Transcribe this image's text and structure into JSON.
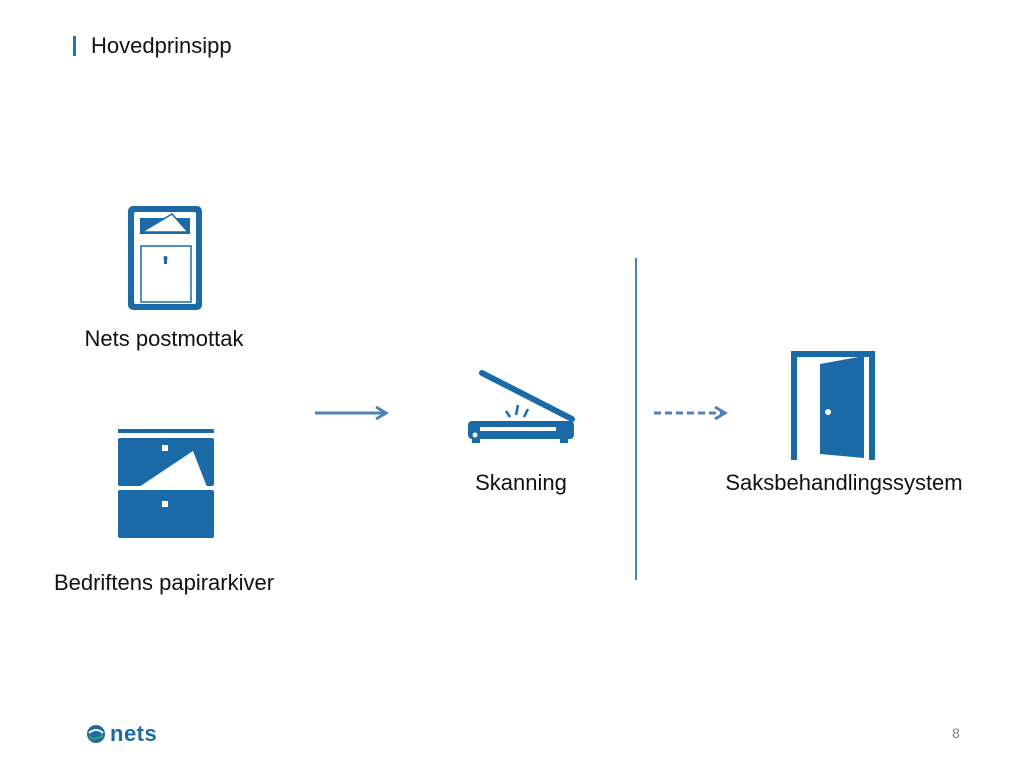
{
  "slide": {
    "title": "Hovedprinsipp",
    "page_number": "8"
  },
  "sources": {
    "mail": {
      "label": "Nets postmottak",
      "icon": "mailbox-icon"
    },
    "archive": {
      "label": "Bedriftens papirarkiver",
      "icon": "file-cabinet-icon"
    }
  },
  "process": {
    "label": "Skanning",
    "icon": "scanner-icon"
  },
  "target": {
    "label": "Saksbehandlingssystem",
    "icon": "open-door-icon"
  },
  "footer": {
    "logo_text": "nets"
  },
  "colors": {
    "accent": "#1f77b4",
    "icon_blue": "#1a6aa8",
    "arrow_blue": "#4f81bd",
    "divider": "#4f81bd"
  }
}
